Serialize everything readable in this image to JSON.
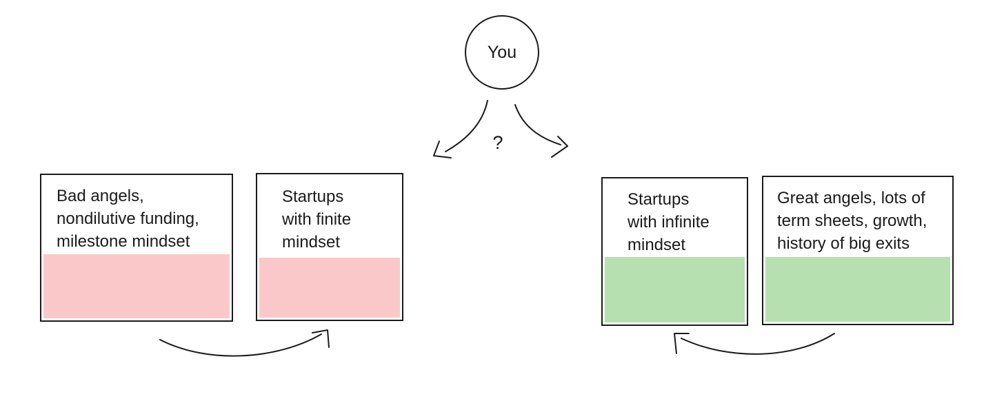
{
  "diagram": {
    "title_node": {
      "label": "You"
    },
    "question_label": "?",
    "colors": {
      "negative_fill": "#fbc8c9",
      "positive_fill": "#b6e0b0",
      "stroke": "#1a1a1a"
    },
    "boxes": [
      {
        "name": "bad-angels",
        "lines": [
          "Bad angels,",
          "nondilutive funding,",
          "milestone mindset"
        ],
        "fill_color": "#fbc8c9"
      },
      {
        "name": "finite-startups",
        "lines": [
          "Startups",
          "with finite",
          "mindset"
        ],
        "fill_color": "#fbc8c9"
      },
      {
        "name": "infinite-startups",
        "lines": [
          "Startups",
          "with infinite",
          "mindset"
        ],
        "fill_color": "#b6e0b0"
      },
      {
        "name": "great-angels",
        "lines": [
          "Great angels, lots of",
          "term sheets, growth,",
          "history of big exits"
        ],
        "fill_color": "#b6e0b0"
      }
    ]
  }
}
